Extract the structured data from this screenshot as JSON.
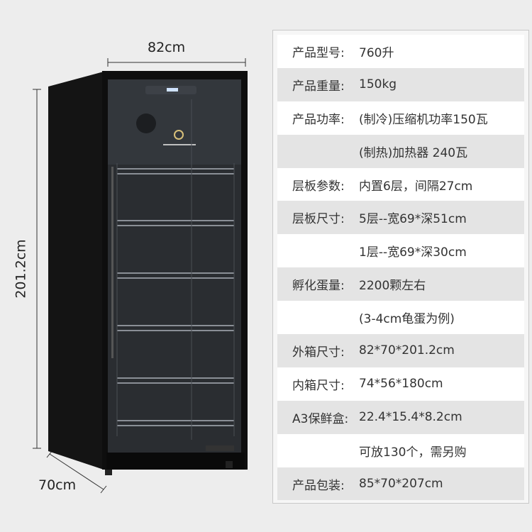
{
  "dimensions": {
    "width": "82cm",
    "height": "201.2cm",
    "depth": "70cm"
  },
  "specs": [
    {
      "label": "产品型号:",
      "value": "760升"
    },
    {
      "label": "产品重量:",
      "value": "150kg"
    },
    {
      "label": "产品功率:",
      "value": "(制冷)压缩机功率150瓦"
    },
    {
      "label": "",
      "value": "(制热)加热器 240瓦"
    },
    {
      "label": "层板参数:",
      "value": "内置6层，间隔27cm"
    },
    {
      "label": "层板尺寸:",
      "value": "5层--宽69*深51cm"
    },
    {
      "label": "",
      "value": "1层--宽69*深30cm"
    },
    {
      "label": "孵化蛋量:",
      "value": "2200颗左右"
    },
    {
      "label": "",
      "value": "(3-4cm龟蛋为例)"
    },
    {
      "label": "外箱尺寸:",
      "value": "82*70*201.2cm"
    },
    {
      "label": "内箱尺寸:",
      "value": "74*56*180cm"
    },
    {
      "label": "A3保鲜盒:",
      "value": "22.4*15.4*8.2cm"
    },
    {
      "label": "",
      "value": "可放130个，需另购"
    },
    {
      "label": "产品包装:",
      "value": "85*70*207cm"
    }
  ]
}
